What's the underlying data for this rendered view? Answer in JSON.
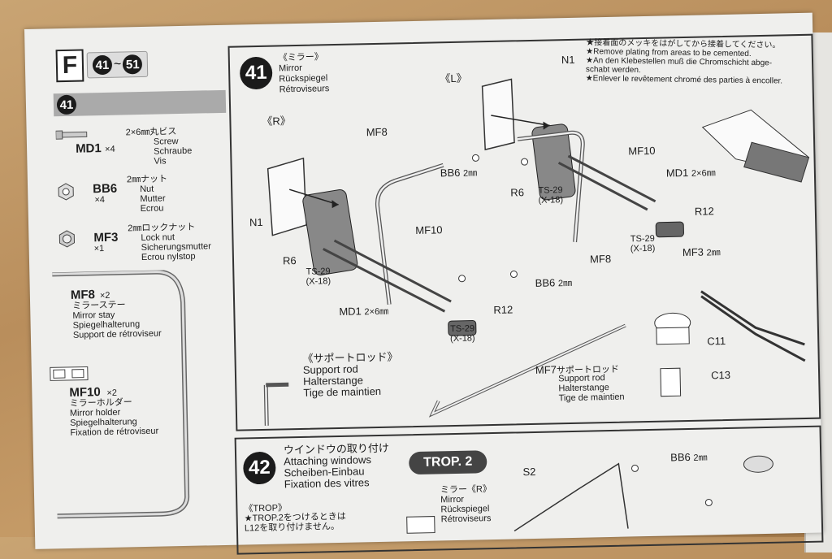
{
  "header": {
    "letter": "F",
    "range_start": "41",
    "range_sep": "~",
    "range_end": "51"
  },
  "left_column": {
    "step_badge": "41",
    "parts": [
      {
        "code": "MD1",
        "qty": "×4",
        "jp": "2×6㎜丸ビス",
        "en": "Screw",
        "de": "Schraube",
        "fr": "Vis"
      },
      {
        "code": "BB6",
        "qty": "×4",
        "jp": "2㎜ナット",
        "en": "Nut",
        "de": "Mutter",
        "fr": "Ecrou"
      },
      {
        "code": "MF3",
        "qty": "×1",
        "jp": "2㎜ロックナット",
        "en": "Lock nut",
        "de": "Sicherungsmutter",
        "fr": "Ecrou nylstop"
      },
      {
        "code": "MF8",
        "qty": "×2",
        "jp": "ミラーステー",
        "en": "Mirror stay",
        "de": "Spiegelhalterung",
        "fr": "Support de rétroviseur"
      },
      {
        "code": "MF10",
        "qty": "×2",
        "jp": "ミラーホルダー",
        "en": "Mirror holder",
        "de": "Spiegelhalterung",
        "fr": "Fixation de rétroviseur"
      }
    ]
  },
  "step41": {
    "number": "41",
    "title_jp": "《ミラー》",
    "title_en": "Mirror",
    "title_de": "Rückspiegel",
    "title_fr": "Rétroviseurs",
    "note_jp": "★接着面のメッキをはがしてから接着してください。",
    "note_en": "★Remove plating from areas to be cemented.",
    "note_de": "★An den Klebestellen muß die Chromschicht abge- schabt werden.",
    "note_fr": "★Enlever le revêtement chromé des parties à encoller.",
    "side_r": "《R》",
    "side_l": "《L》",
    "labels": {
      "n1_left": "N1",
      "n1_right": "N1",
      "r6_left": "R6",
      "r6_right": "R6",
      "mf8_top": "MF8",
      "mf8_bottom": "MF8",
      "mf10_left": "MF10",
      "mf10_right": "MF10",
      "bb6_top": "BB6",
      "bb6_top_size": "2㎜",
      "bb6_bottom": "BB6",
      "bb6_bottom_size": "2㎜",
      "md1_left": "MD1",
      "md1_left_size": "2×6㎜",
      "md1_right": "MD1",
      "md1_right_size": "2×6㎜",
      "r12_left": "R12",
      "r12_right": "R12",
      "ts29": "TS-29",
      "x18": "(X-18)",
      "mf3": "MF3",
      "mf3_size": "2㎜",
      "c11": "C11",
      "c13": "C13",
      "mf7": "MF7",
      "mf7_jp": "サポートロッド",
      "mf7_en": "Support rod",
      "mf7_de": "Halterstange",
      "mf7_fr": "Tige de maintien"
    },
    "support_rod": {
      "jp": "《サポートロッド》",
      "en": "Support rod",
      "de": "Halterstange",
      "fr": "Tige de maintien"
    }
  },
  "step42": {
    "number": "42",
    "title_jp": "ウインドウの取り付け",
    "title_en": "Attaching windows",
    "title_de": "Scheiben-Einbau",
    "title_fr": "Fixation des vitres",
    "trop_button": "TROP. 2",
    "trop_jp": "《TROP》",
    "trop_note1": "★TROP.2をつけるときは",
    "trop_note2": "L12を取り付けません。",
    "mirror_r_jp": "ミラー《R》",
    "mirror_r_en": "Mirror",
    "mirror_r_de": "Rückspiegel",
    "mirror_r_fr": "Rétroviseurs",
    "s2": "S2",
    "bb6": "BB6",
    "bb6_size": "2㎜"
  }
}
